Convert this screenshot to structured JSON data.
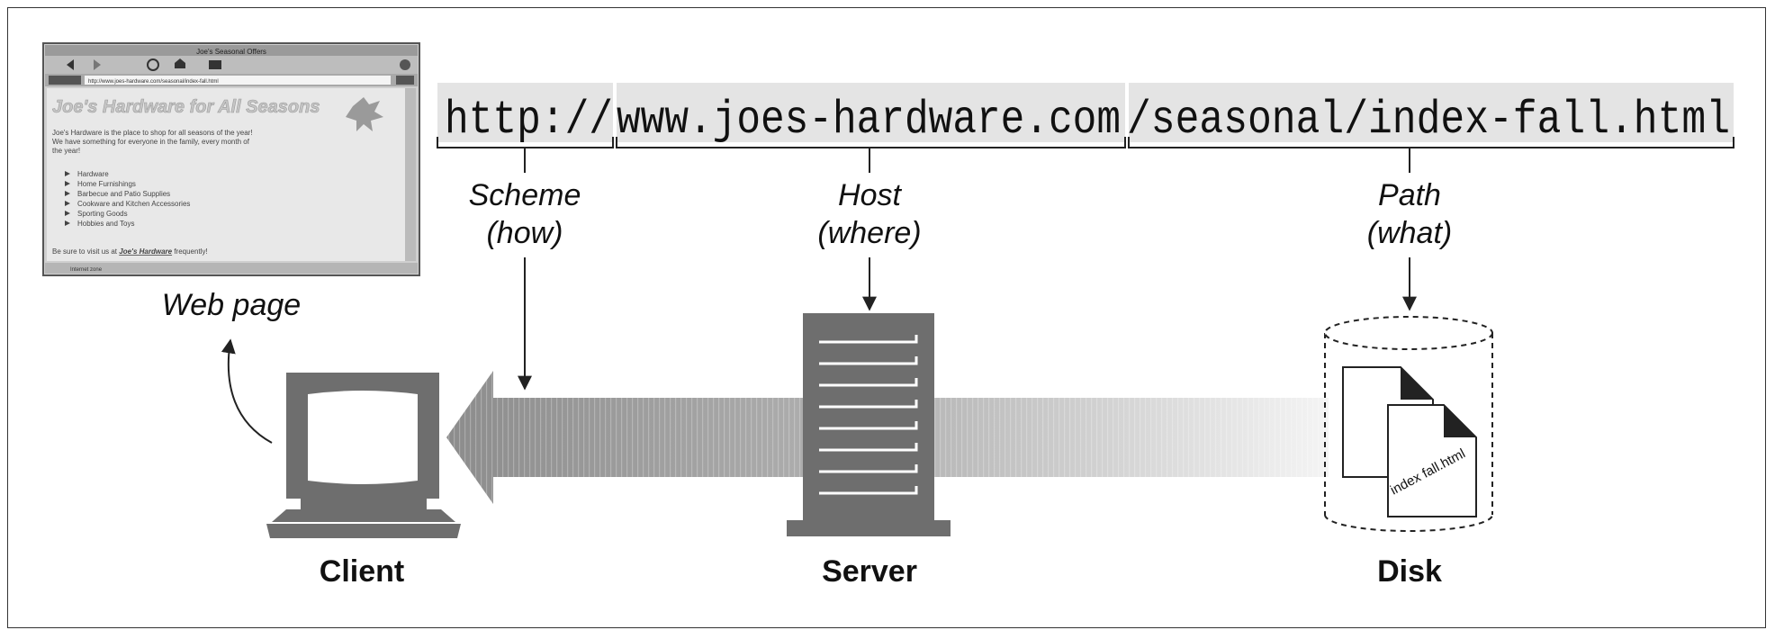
{
  "url": {
    "scheme": "http://",
    "host": "www.joes-hardware.com",
    "path": "/seasonal/index-fall.html"
  },
  "labels": {
    "scheme_line1": "Scheme",
    "scheme_line2": "(how)",
    "host_line1": "Host",
    "host_line2": "(where)",
    "path_line1": "Path",
    "path_line2": "(what)",
    "web_page": "Web page",
    "client": "Client",
    "server": "Server",
    "disk": "Disk",
    "file_name": "index fall.html"
  },
  "browser": {
    "window_title": "Joe's Seasonal Offers",
    "address": "http://www.joes-hardware.com/seasonal/index-fall.html",
    "heading": "Joe's Hardware for All Seasons",
    "intro": "Joe's Hardware is the place to shop for all seasons of the year! We have something for everyone in the family, every month of the year!",
    "items": [
      "Hardware",
      "Home Furnishings",
      "Barbecue and Patio Supplies",
      "Cookware and Kitchen Accessories",
      "Sporting Goods",
      "Hobbies and Toys"
    ],
    "footer_prefix": "Be sure to visit us at ",
    "footer_link": "Joe's Hardware",
    "footer_suffix": " frequently!",
    "status": "Internet zone"
  },
  "colors": {
    "url_bg": "#e4e4e4",
    "device_gray": "#6e6e6e",
    "arrow_dark": "#8a8a8a",
    "arrow_light": "#f2f2f2",
    "line": "#222222"
  }
}
